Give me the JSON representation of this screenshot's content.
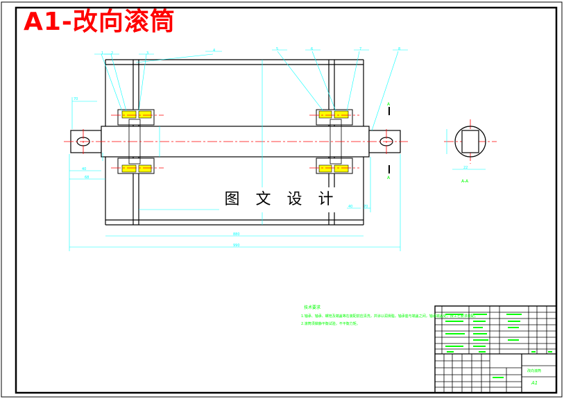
{
  "drawing": {
    "title": "A1-改向滚筒",
    "watermark": "图 文 设 计",
    "section_label": "A-A",
    "section_marker_top": "A",
    "section_marker_bottom": "A",
    "notes_heading": "技术要求",
    "notes_line1": "1.轴承、轴承、螺栓及端盖等在装配前应清洗，并涂以润滑脂，轴承座与端盖之间，轴承端盖处，按工艺要求装配。",
    "notes_line2": "2.滚筒须做静平衡试验，不平衡力矩。",
    "part_numbers": [
      "1",
      "2",
      "3",
      "4",
      "5",
      "6",
      "7",
      "8"
    ],
    "dimensions": [
      "70",
      "40",
      "68",
      "880",
      "990",
      "40",
      "70",
      "22"
    ],
    "title_block": {
      "drawing_name": "改向滚筒",
      "sheet_size": "A1"
    }
  },
  "colors": {
    "frame": "#000000",
    "geometry": "#ffffff",
    "dimension": "#00ffff",
    "centerline": "#ff0000",
    "annotation": "#00ff00",
    "bearing_fill": "#ffff00",
    "title": "#ff0000"
  }
}
